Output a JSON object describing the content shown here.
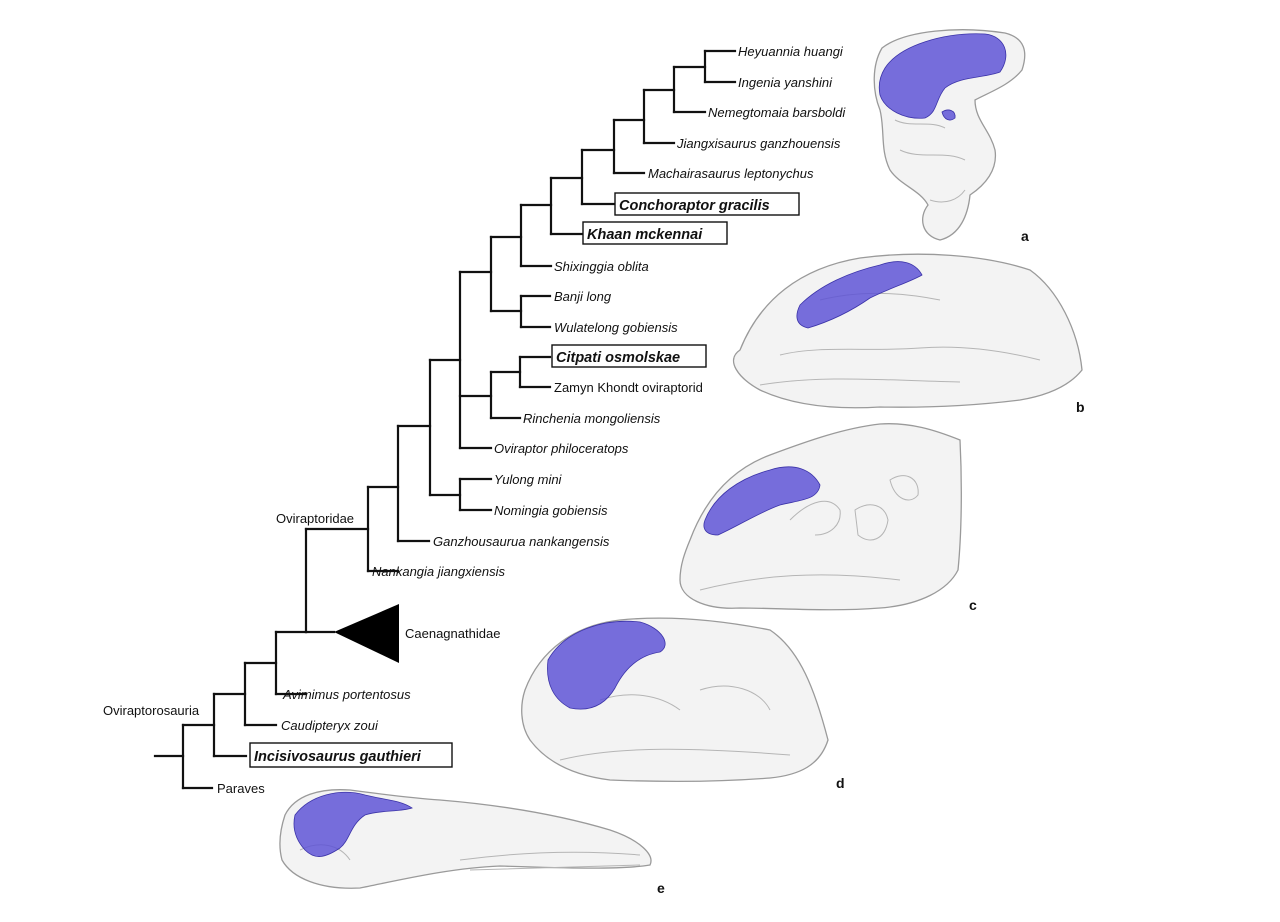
{
  "figure": {
    "panel_letters": [
      "a",
      "b",
      "c",
      "d",
      "e"
    ],
    "clade_labels": {
      "oviraptorosauria": "Oviraptorosauria",
      "oviraptoridae": "Oviraptoridae",
      "caenagnathidae": "Caenagnathidae"
    },
    "taxa": [
      {
        "name": "Heyuannia huangi",
        "boxed": false
      },
      {
        "name": "Ingenia yanshini",
        "boxed": false
      },
      {
        "name": "Nemegtomaia barsboldi",
        "boxed": false
      },
      {
        "name": "Jiangxisaurus ganzhouensis",
        "boxed": false
      },
      {
        "name": "Machairasaurus leptonychus",
        "boxed": false
      },
      {
        "name": "Conchoraptor gracilis",
        "boxed": true
      },
      {
        "name": "Khaan mckennai",
        "boxed": true
      },
      {
        "name": "Shixinggia oblita",
        "boxed": false
      },
      {
        "name": "Banji long",
        "boxed": false
      },
      {
        "name": "Wulatelong gobiensis",
        "boxed": false
      },
      {
        "name": "Citpati osmolskae",
        "boxed": true
      },
      {
        "name": "Zamyn Khondt oviraptorid",
        "boxed": false
      },
      {
        "name": "Rinchenia mongoliensis",
        "boxed": false
      },
      {
        "name": "Oviraptor philoceratops",
        "boxed": false
      },
      {
        "name": "Yulong mini",
        "boxed": false
      },
      {
        "name": "Nomingia gobiensis",
        "boxed": false
      },
      {
        "name": "Ganzhousaurua nankangensis",
        "boxed": false
      },
      {
        "name": "Nankangia jiangxiensis",
        "boxed": false
      },
      {
        "name": "Avimimus portentosus",
        "boxed": false
      },
      {
        "name": "Caudipteryx zoui",
        "boxed": false
      },
      {
        "name": "Incisivosaurus gauthieri",
        "boxed": true
      },
      {
        "name": "Paraves",
        "boxed": false
      }
    ],
    "colors": {
      "brain_endocast": "#5a4fd6",
      "skull_outline": "#9a9a9a",
      "tree_lines": "#111111"
    }
  }
}
